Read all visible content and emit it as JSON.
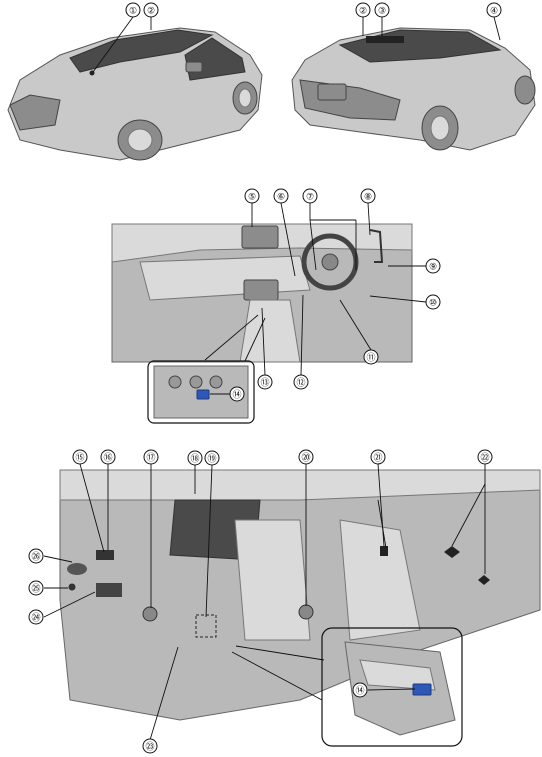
{
  "callouts": {
    "c1": "①",
    "c2": "②",
    "c2b": "②",
    "c3": "③",
    "c4": "④",
    "c5": "⑤",
    "c6": "⑥",
    "c7": "⑦",
    "c8": "⑧",
    "c9": "⑨",
    "c10": "⑩",
    "c11": "⑪",
    "c12": "⑫",
    "c13": "⑬",
    "c14": "⑭",
    "c14b": "⑭",
    "c15": "⑮",
    "c16": "⑯",
    "c17": "⑰",
    "c18": "⑱",
    "c19": "⑲",
    "c20": "⑳",
    "c21": "㉑",
    "c22": "㉒",
    "c23": "㉓",
    "c24": "㉔",
    "c25": "㉕",
    "c26": "㉖"
  },
  "colors": {
    "background": "#ffffff",
    "highlight": "#2d58b8",
    "line": "#111111"
  }
}
